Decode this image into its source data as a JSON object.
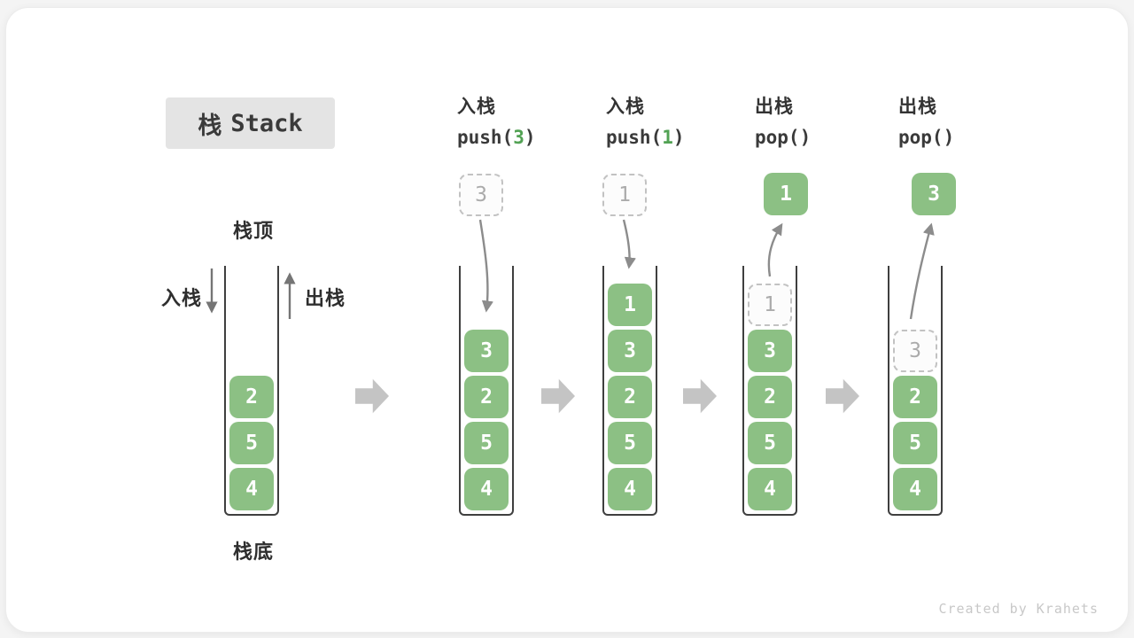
{
  "title": {
    "zh": "栈",
    "en": "Stack"
  },
  "side_labels": {
    "stack_top": "栈顶",
    "stack_bottom": "栈底",
    "push": "入栈",
    "pop": "出栈"
  },
  "operations": [
    {
      "label": "入栈",
      "fn": "push(",
      "arg": "3",
      "close": ")"
    },
    {
      "label": "入栈",
      "fn": "push(",
      "arg": "1",
      "close": ")"
    },
    {
      "label": "出栈",
      "fn": "pop(",
      "arg": "",
      "close": ")"
    },
    {
      "label": "出栈",
      "fn": "pop(",
      "arg": "",
      "close": ")"
    }
  ],
  "stacks": [
    {
      "blocks": [
        "2",
        "5",
        "4"
      ]
    },
    {
      "blocks": [
        "3",
        "2",
        "5",
        "4"
      ],
      "moving_value": "3"
    },
    {
      "blocks": [
        "1",
        "3",
        "2",
        "5",
        "4"
      ],
      "moving_value": "1"
    },
    {
      "blocks": [
        "3",
        "2",
        "5",
        "4"
      ],
      "ghost_value": "1",
      "moving_value": "1"
    },
    {
      "blocks": [
        "2",
        "5",
        "4"
      ],
      "ghost_value": "3",
      "moving_value": "3"
    }
  ],
  "watermark": "Created by Krahets",
  "colors": {
    "block_green": "#8cc084",
    "code_arg_green": "#52a254",
    "title_box_bg": "#e4e4e4",
    "flow_arrow_gray": "#c4c4c4",
    "curve_arrow_gray": "#8c8c8c",
    "straight_arrow_gray": "#757575",
    "tube_stroke": "#3f3f3f",
    "ghost_border": "#c2c2c2",
    "text_dark": "#3a3a3a",
    "watermark_gray": "#c8c8c8"
  }
}
